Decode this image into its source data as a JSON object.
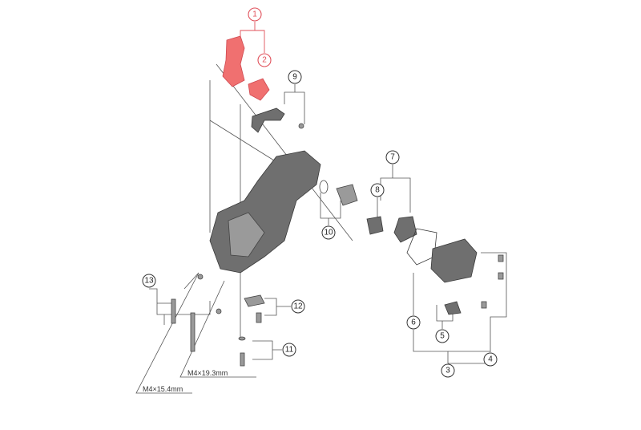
{
  "diagram": {
    "callouts": [
      {
        "id": "1",
        "text": "1",
        "color": "red"
      },
      {
        "id": "2",
        "text": "2",
        "color": "red"
      },
      {
        "id": "3",
        "text": "3"
      },
      {
        "id": "4",
        "text": "4"
      },
      {
        "id": "5",
        "text": "5"
      },
      {
        "id": "6",
        "text": "6"
      },
      {
        "id": "7",
        "text": "7"
      },
      {
        "id": "8",
        "text": "8"
      },
      {
        "id": "9",
        "text": "9"
      },
      {
        "id": "10",
        "text": "10"
      },
      {
        "id": "11",
        "text": "11"
      },
      {
        "id": "12",
        "text": "12"
      },
      {
        "id": "13",
        "text": "13"
      }
    ],
    "dimensions": {
      "bolt_long": "M4×19.3mm",
      "bolt_short": "M4×15.4mm"
    },
    "colors": {
      "highlight": "#f07070",
      "line": "#555555"
    }
  }
}
